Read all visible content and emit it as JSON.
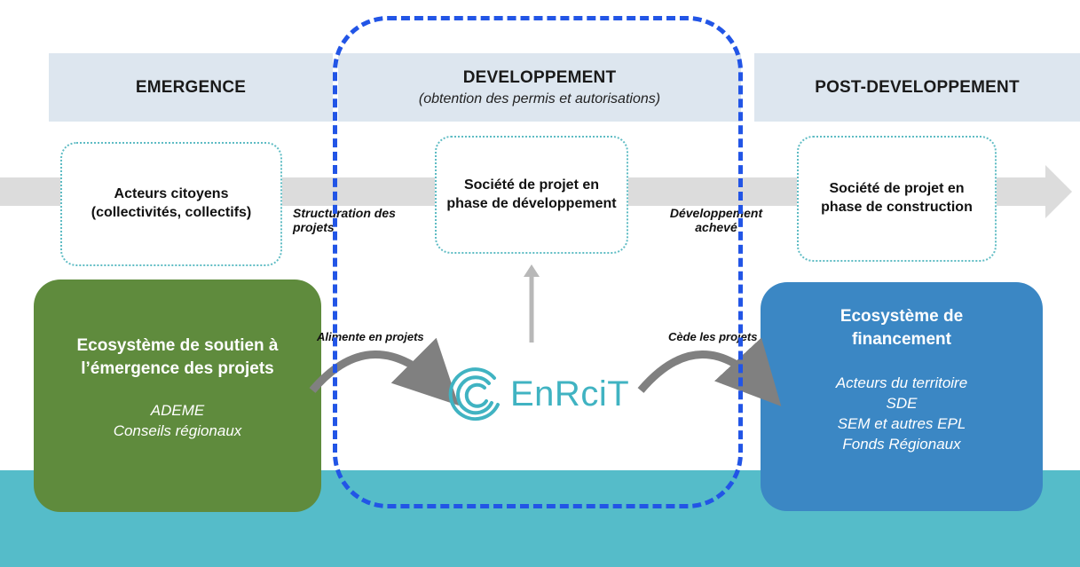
{
  "phases": [
    {
      "title": "EMERGENCE",
      "subtitle": ""
    },
    {
      "title": "DEVELOPPEMENT",
      "subtitle": "(obtention des permis et autorisations)"
    },
    {
      "title": "POST-DEVELOPPEMENT",
      "subtitle": ""
    }
  ],
  "stages": {
    "citizens": "Acteurs citoyens (collectivités, collectifs)",
    "development": "Société de projet en phase de développement",
    "construction": "Société de projet en phase de construction"
  },
  "transitions": {
    "structuring": "Structuration des projets",
    "completed": "Développement achevé"
  },
  "support_ecosystem": {
    "title": "Ecosystème de soutien à l’émergence des projets",
    "members": [
      "ADEME",
      "Conseils régionaux"
    ]
  },
  "financing_ecosystem": {
    "title": "Ecosystème de financement",
    "members": [
      "Acteurs du territoire",
      "SDE",
      "SEM et autres EPL",
      "Fonds Régionaux"
    ]
  },
  "flows": {
    "feeds": "Alimente en projets",
    "transfers": "Cède les projets"
  },
  "logo": {
    "text": "EnRciT",
    "icon": "enrcit-logo-icon"
  },
  "colors": {
    "phase_band": "#dde6ef",
    "support_green": "#5f8b3d",
    "financing_blue": "#3b87c4",
    "teal_band": "#55bcc9",
    "dashed_border": "#2255e6",
    "logo_teal": "#40b3c2"
  }
}
